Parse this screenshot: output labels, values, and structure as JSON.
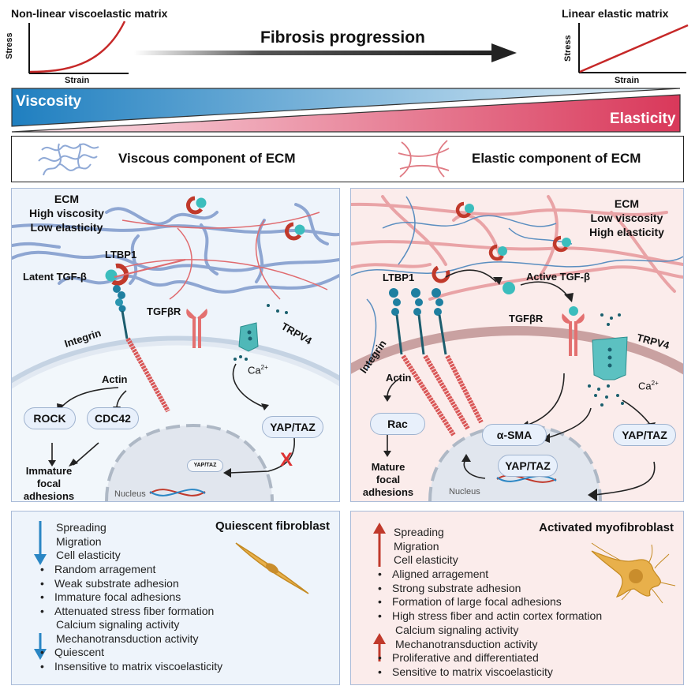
{
  "top": {
    "left_graph": {
      "title": "Non-linear viscoelastic matrix",
      "ylabel": "Stress",
      "xlabel": "Strain"
    },
    "right_graph": {
      "title": "Linear elastic matrix",
      "ylabel": "Stress",
      "xlabel": "Strain"
    },
    "progression_label": "Fibrosis progression",
    "viscosity_label": "Viscosity",
    "elasticity_label": "Elasticity",
    "colors": {
      "viscosity": "#2a86c4",
      "elasticity": "#d9385a",
      "curve": "#c62828"
    }
  },
  "legend": {
    "viscous_label": "Viscous component of ECM",
    "elastic_label": "Elastic component of ECM"
  },
  "left_panel": {
    "ecm_title": [
      "ECM",
      "High viscosity",
      "Low elasticity"
    ],
    "ltbp1": "LTBP1",
    "latent_tgfb": "Latent TGF-β",
    "tgfbr": "TGFβR",
    "integrin": "Integrin",
    "trpv4": "TRPV4",
    "actin": "Actin",
    "ca": "Ca",
    "ca_sup": "2+",
    "rock": "ROCK",
    "cdc42": "CDC42",
    "yaptaz": "YAP/TAZ",
    "yaptaz_nuc": "YAP/TAZ",
    "outcome": [
      "Immature",
      "focal",
      "adhesions"
    ],
    "nucleus": "Nucleus",
    "blocked_mark": "X"
  },
  "right_panel": {
    "ecm_title": [
      "ECM",
      "Low viscosity",
      "High elasticity"
    ],
    "ltbp1": "LTBP1",
    "active_tgfb": "Active TGF-β",
    "tgfbr": "TGFβR",
    "integrin": "Integrin",
    "trpv4": "TRPV4",
    "actin": "Actin",
    "ca": "Ca",
    "ca_sup": "2+",
    "rac": "Rac",
    "asma": "α-SMA",
    "yaptaz": "YAP/TAZ",
    "yaptaz_nuc": "YAP/TAZ",
    "outcome": [
      "Mature",
      "focal",
      "adhesions"
    ],
    "nucleus": "Nucleus"
  },
  "quiescent": {
    "title": "Quiescent fibroblast",
    "arrow_direction": "down",
    "group1": [
      "Spreading",
      "Migration",
      "Cell elasticity"
    ],
    "bullets1": [
      "Random arragement",
      "Weak substrate adhesion",
      "Immature focal adhesions",
      "Attenuated stress fiber formation"
    ],
    "group2": [
      "Calcium signaling activity",
      "Mechanotransduction activity"
    ],
    "bullets2": [
      "Quiescent",
      "Insensitive to matrix viscoelasticity"
    ]
  },
  "activated": {
    "title": "Activated myofibroblast",
    "arrow_direction": "up",
    "group1": [
      "Spreading",
      "Migration",
      "Cell elasticity"
    ],
    "bullets1": [
      "Aligned arragement",
      "Strong substrate adhesion",
      "Formation of large focal adhesions",
      "High stress fiber and actin cortex formation"
    ],
    "group2": [
      "Calcium signaling activity",
      "Mechanotransduction activity"
    ],
    "bullets2": [
      "Proliferative and differentiated",
      "Sensitive to matrix viscoelasticity"
    ]
  }
}
